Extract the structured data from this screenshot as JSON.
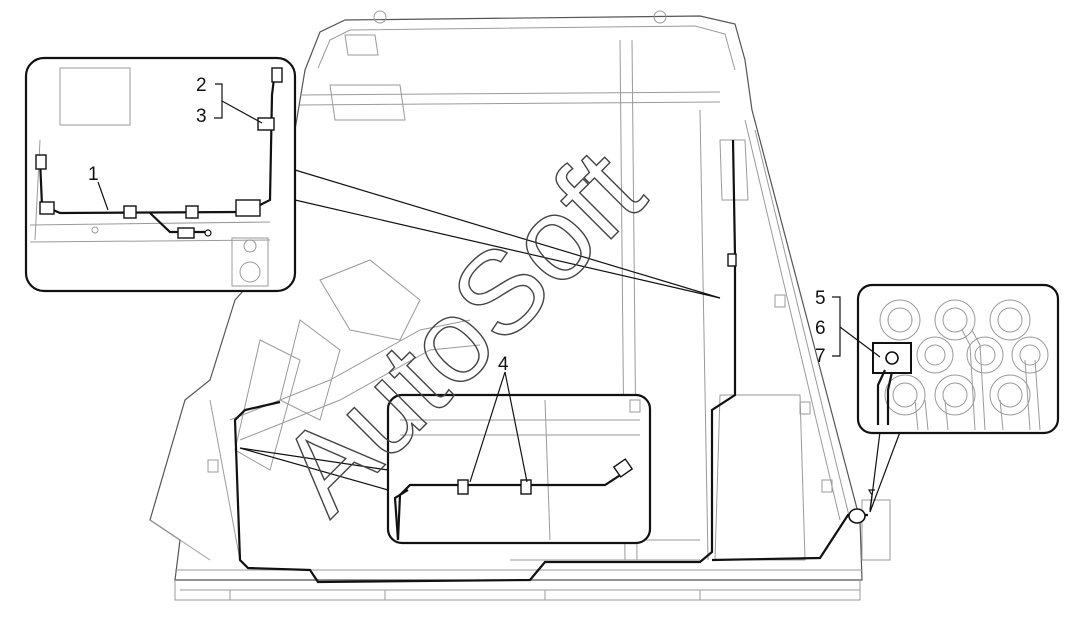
{
  "diagram": {
    "watermark": "AutoSoft",
    "callouts": [
      {
        "label": "1"
      },
      {
        "label": "2"
      },
      {
        "label": "3"
      },
      {
        "label": "4"
      },
      {
        "label": "5"
      },
      {
        "label": "6"
      },
      {
        "label": "7"
      }
    ]
  }
}
